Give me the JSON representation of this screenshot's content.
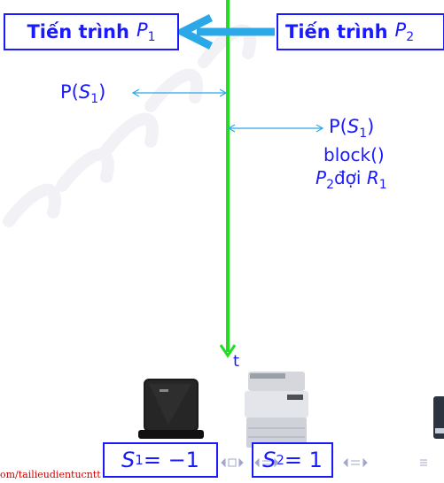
{
  "process1": {
    "prefix": "Tiến trình",
    "name": "P",
    "sub": "1"
  },
  "process2": {
    "prefix": "Tiến trình",
    "name": "P",
    "sub": "2"
  },
  "p1_op": {
    "func": "P(",
    "sym": "S",
    "sub": "1",
    "close": ")"
  },
  "p2_ops": {
    "line1": {
      "func": "P(",
      "sym": "S",
      "sub": "1",
      "close": ")"
    },
    "line2": "block()",
    "line3": {
      "sym1": "P",
      "sub1": "2",
      "mid": "đợi",
      "sym2": "R",
      "sub2": "1"
    }
  },
  "time_label": "t",
  "semaphore1": {
    "sym": "S",
    "sub": "1",
    "eq": " = −1"
  },
  "semaphore2": {
    "sym": "S",
    "sub": "2",
    "eq": " = 1"
  },
  "footer_link": "om/tailieudientucntt",
  "colors": {
    "text": "#1a1aff",
    "timeline": "#22dd22",
    "arrow": "#2aa8e8",
    "link": "#cc0000"
  },
  "icons": [
    "hard-drive-device-icon",
    "printer-device-icon",
    "nav-arrows-icon"
  ]
}
